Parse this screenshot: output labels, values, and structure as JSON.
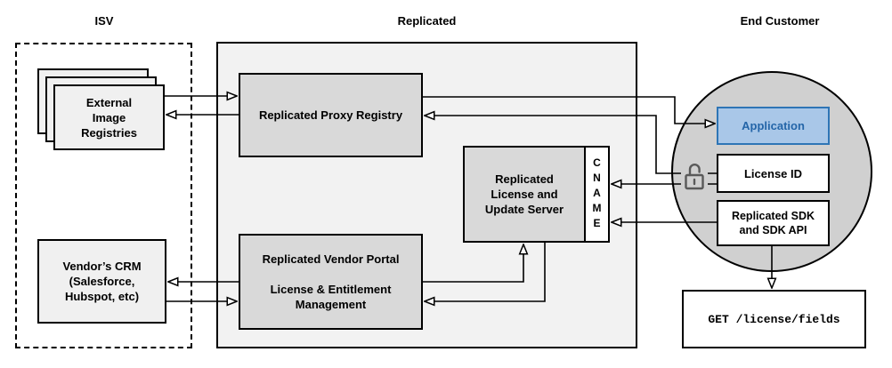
{
  "sections": {
    "isv": {
      "label": "ISV"
    },
    "replicated": {
      "label": "Replicated"
    },
    "end_customer": {
      "label": "End Customer"
    }
  },
  "nodes": {
    "external_image_registries": {
      "label": "External\nImage\nRegistries"
    },
    "vendors_crm": {
      "label": "Vendor’s CRM\n(Salesforce,\nHubspot, etc)"
    },
    "proxy_registry": {
      "label": "Replicated Proxy Registry"
    },
    "license_update_server": {
      "label": "Replicated\nLicense and\nUpdate Server"
    },
    "cname": {
      "label": "CNAME"
    },
    "vendor_portal": {
      "label": "Replicated Vendor Portal\n\nLicense & Entitlement\nManagement"
    },
    "application": {
      "label": "Application"
    },
    "license_id": {
      "label": "License ID"
    },
    "replicated_sdk": {
      "label": "Replicated SDK\nand SDK API"
    },
    "get_license_fields": {
      "label": "GET /license/fields"
    }
  },
  "icons": {
    "lock": "unlocked-padlock-icon"
  },
  "edges": [
    {
      "from": "external_image_registries",
      "to": "proxy_registry"
    },
    {
      "from": "proxy_registry",
      "to": "external_image_registries"
    },
    {
      "from": "vendors_crm",
      "to": "vendor_portal"
    },
    {
      "from": "vendor_portal",
      "to": "vendors_crm"
    },
    {
      "from": "proxy_registry",
      "to": "application"
    },
    {
      "from": "license_id",
      "to": "proxy_registry"
    },
    {
      "from": "license_id",
      "to": "cname"
    },
    {
      "from": "replicated_sdk",
      "to": "cname"
    },
    {
      "from": "vendor_portal",
      "to": "license_update_server"
    },
    {
      "from": "license_update_server",
      "to": "vendor_portal"
    },
    {
      "from": "replicated_sdk",
      "to": "get_license_fields"
    }
  ],
  "colors": {
    "panel-fill": "#f2f2f2",
    "node-fill": "#d9d9d9",
    "light-fill": "#f0f0f0",
    "circle-fill": "#d0d0d0",
    "app-fill": "#a9c7e8",
    "app-border": "#2e75b6",
    "app-text": "#2465a8",
    "line-color": "#000000",
    "lock-color": "#595959"
  }
}
